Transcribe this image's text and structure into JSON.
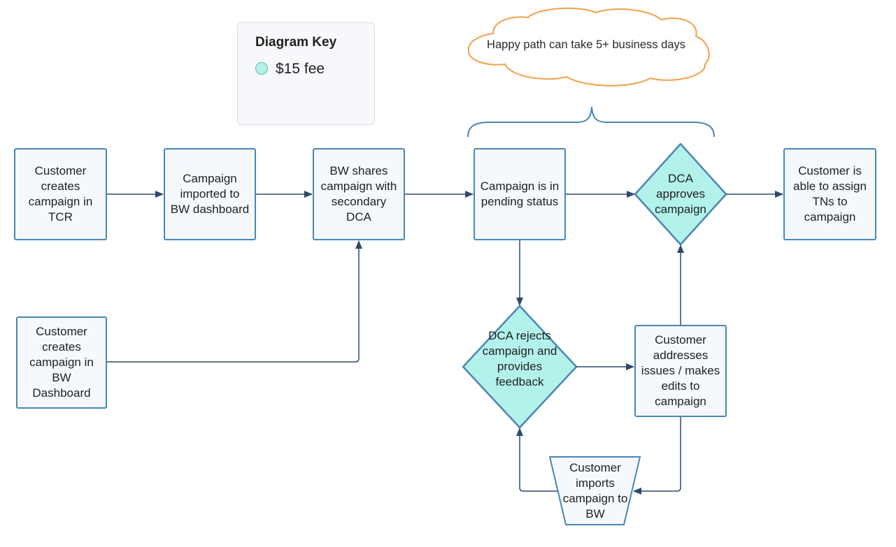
{
  "legend": {
    "title": "Diagram Key",
    "item_label": "$15 fee",
    "item_color": "#b3f2ea"
  },
  "annotation": {
    "text": "Happy path can take 5+ business days",
    "border_color": "#f0a14a"
  },
  "nodes": {
    "customer_tcr": "Customer creates campaign in TCR",
    "imported_bw": "Campaign imported to BW dashboard",
    "bw_shares": "BW shares campaign with secondary DCA",
    "pending": "Campaign is in pending status",
    "dca_approves": "DCA approves campaign",
    "assign_tns": "Customer is able to assign TNs to campaign",
    "customer_bw_dashboard": "Customer creates campaign in BW Dashboard",
    "dca_rejects": "DCA rejects campaign and provides feedback",
    "customer_addresses": "Customer addresses issues / makes edits to campaign",
    "customer_imports": "Customer imports campaign to BW"
  },
  "colors": {
    "box_border": "#4a86b4",
    "box_fill": "#f5f9fd",
    "fee_fill": "#b3f2ea",
    "arrow": "#2e4a6b"
  }
}
